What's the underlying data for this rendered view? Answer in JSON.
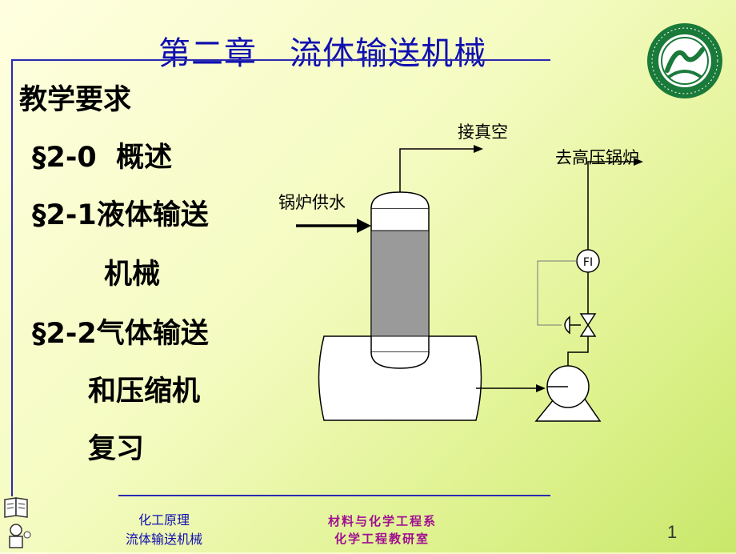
{
  "slide": {
    "title": "第二章   流体输送机械",
    "toc": [
      "教学要求",
      "§2-0  概述",
      "§2-1液体输送",
      "机械",
      "§2-2气体输送",
      "和压缩机",
      "复习"
    ],
    "footer": {
      "course": "化工原理",
      "chapter": "流体输送机械",
      "department": "材料与化学工程系",
      "section": "化学工程教研室",
      "page_number": "1"
    }
  },
  "diagram": {
    "labels": {
      "vacuum": "接真空",
      "feed": "锅炉供水",
      "outlet": "去高压锅炉",
      "flow_indicator": "FI"
    }
  },
  "icons": [
    "university-logo-icon",
    "book-icon",
    "person-icon"
  ],
  "colors": {
    "title": "#1010b0",
    "department": "#a01090",
    "logo": "#1a7a3a"
  }
}
